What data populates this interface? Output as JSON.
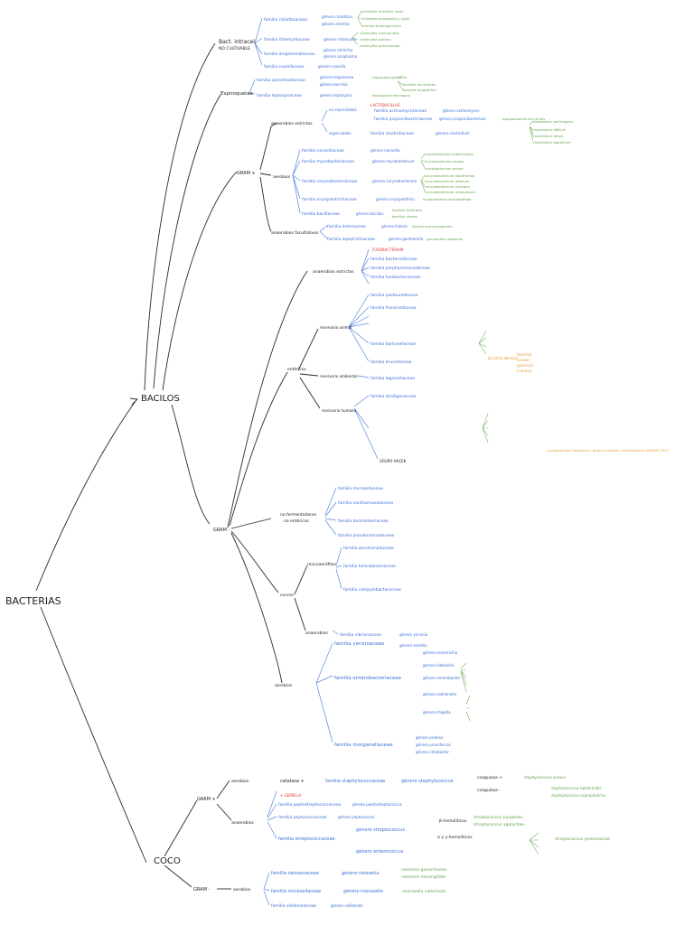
{
  "colors": {
    "black": "#1b1b1b",
    "blue": "#3b6fd6",
    "green": "#62a24a",
    "red": "#e1352f",
    "orange": "#e0a032"
  },
  "main": {
    "root": "BACTERIAS",
    "bacilos": "BACILOS",
    "coco": "COCO"
  },
  "group_top": {
    "bact": "Bact. intracel.",
    "no_cult": "NO CULTIVABLE",
    "esp": "Espiroquetas",
    "fams": [
      {
        "name": "familia rickettsiaceae",
        "genera": [
          "género rickettsia",
          "género orientia"
        ],
        "species": [
          "rickettsia rickettsii, akari",
          "rickettsia prowazekii y typhi",
          "orientia tsutsugamushi"
        ]
      },
      {
        "name": "familia chlamydiaceae",
        "genera": [
          "género chlamydia"
        ],
        "species": [
          "chlamydia trachomatis",
          "chlamydia psittaci",
          "chlamydia pneumoniae"
        ]
      },
      {
        "name": "familia anaplasmataceae",
        "genera": [
          "género ehrlichia",
          "género anaplasma"
        ],
        "species": []
      },
      {
        "name": "familia coxiellaceae",
        "genera": [
          "género coxiella"
        ],
        "species": []
      },
      {
        "name": "familia spirochaetaceae",
        "genera": [
          "género treponema",
          "género borrelia"
        ],
        "species": [
          "treponema pallidum",
          "borrelia recurrentis",
          "borrelia burgdorferi"
        ]
      },
      {
        "name": "familia leptospiraceae",
        "genera": [
          "género leptospira"
        ],
        "species": [
          "leptospira interrogans"
        ]
      }
    ]
  },
  "gram_pos": {
    "gram": "GRAM +",
    "anaerobios": "anaerobios estrictos",
    "aerobios": "aerobios",
    "anaer_fac": "anaerobios facultativos",
    "esporulados": "no esporulados",
    "esporulados2": "esporulados",
    "red": "LACTOBACILLUS",
    "fams": [
      {
        "name": "familia actinomycetaceae",
        "genera": [
          "género actinomyces"
        ],
        "species": []
      },
      {
        "name": "familia propionibacteriaceae",
        "genera": [
          "género propionibacterium"
        ],
        "species": [
          "propionibacterium acnes"
        ]
      },
      {
        "name": "familia clostridiaceae",
        "genera": [
          "género clostridium"
        ],
        "species": [
          "clostridium perfringens",
          "clostridium difficile",
          "clostridium tetani",
          "clostridium botulinum"
        ]
      },
      {
        "name": "familia nocardiaceae",
        "genera": [
          "género nocardia"
        ],
        "species": []
      },
      {
        "name": "familia mycobacteriaceae",
        "genera": [
          "género mycobacterium"
        ],
        "species": [
          "mycobacterium tuberculosis",
          "mycobacterium leprae",
          "mycobacterium avium"
        ]
      },
      {
        "name": "familia corynebacteriaceae",
        "genera": [
          "género corynebacterium"
        ],
        "species": [
          "corynebacterium diphtheriae",
          "corynebacterium jeikeium",
          "corynebacterium ulcerans",
          "corynebacterium urealyticum"
        ]
      },
      {
        "name": "familia erysipelotrichaceae",
        "genera": [
          "género erysipelothrix"
        ],
        "species": [
          "erysipelothrix rhusiopathiae"
        ]
      },
      {
        "name": "familia bacillaceae",
        "genera": [
          "género bacillus"
        ],
        "species": [
          "bacillus anthracis",
          "bacillus cereus"
        ]
      },
      {
        "name": "familia listeriaceae",
        "genera": [
          "género listeria"
        ],
        "species": [
          "listeria monocytogenes"
        ]
      },
      {
        "name": "familia leptotrichiaceae",
        "genera": [
          "género gardnerella"
        ],
        "species": [
          "gardnerella vaginalis"
        ]
      }
    ]
  },
  "gram_neg": {
    "gram": "GRAM -",
    "anaerobios": "anaerobios estrictos",
    "red": "FUSOBACTERIUM",
    "enteric": "entéricos",
    "zoon_animal": "reservorio animal",
    "zoon_ambiental": "reservorio ambiental",
    "zoon_humano": "reservorio humano",
    "no_ferm": "no fermentadores",
    "no_ferm2": "no entéricos",
    "curvos": "curvos",
    "microaer": "microaerófilos",
    "anaerobios2": "anaerobios",
    "aerobios": "aerobios",
    "grupo_hacek": "GRUPO HACEK",
    "fams": [
      "familia bacteroidaceae",
      "familia porphyromonadaceae",
      "familia fusobacteriaceae",
      "familia pasteurellaceae",
      "familia francisellaceae",
      "familia bartonellaceae",
      "familia brucellaceae",
      "familia legionellaceae",
      "familia alcaligenaceae",
      "familia moraxellaceae",
      "familia xanthomonadaceae",
      "familia burkholderiaceae",
      "familia pseudomonadaceae",
      "familia aeromonadaceae",
      "familia helicobacteraceae",
      "familia campylobacteraceae",
      "familia vibrionaceae"
    ],
    "orange": [
      "brucella abortus",
      "(bovina)",
      "(ovina)",
      "(porcina)",
      "(canina)"
    ],
    "orange_note": "acinetobacter baumannii, ahora conocido como bacteria ESKAPE 2017"
  },
  "entero": {
    "fam1": "familia yersiniaceae",
    "fam2": "familia enterobacteriaceae",
    "fam3": "familia morganellaceae",
    "genera": [
      "género yersinia",
      "género serratia",
      "género escherichia",
      "género klebsiella",
      "género enterobacter",
      "género salmonella",
      "género shigella",
      "género proteus",
      "género providencia",
      "género citrobacter"
    ]
  },
  "cocci": {
    "gram_pos": "GRAM +",
    "gram_neg": "GRAM -",
    "aerobios": "aerobios",
    "anaerobios": "anaerobios",
    "catalasa": "catalasa +",
    "red": "+ GEMELLA",
    "fam_staph": "familia staphylococcaceae",
    "gen_staph": "género staphylococcus",
    "coag_pos": "coagulasa +",
    "coag_neg": "coagulasa -",
    "s_aureus": "staphylococcus aureus",
    "s_epi": "staphylococcus epidermidis",
    "s_sapro": "staphylococcus saprophyticus",
    "fam_pepto": "familia peptostreptococcaceae",
    "gen_pepto": "género peptostreptococcus",
    "fam_pepto2": "familia peptococcaceae",
    "gen_pepto2": "género peptococcus",
    "fam_strep": "familia streptococcaceae",
    "gen_strep": "género streptococcus",
    "gen_entero": "género enterococcus",
    "b_hemol": "β-hemolíticos",
    "a_hemol": "α y γ-hemolíticos",
    "s_pyogenes": "streptococcus pyogenes",
    "s_agalactiae": "streptococcus agalactiae",
    "s_pneumoniae": "streptococcus pneumoniae",
    "fam_neiss": "familia neisseriaceae",
    "gen_neiss": "género neisseria",
    "n_gon": "neisseria gonorrhoeae",
    "n_men": "neisseria meningitidis",
    "fam_morax": "familia moraxellaceae",
    "gen_morax": "género moraxella",
    "m_cat": "moraxella catarrhalis",
    "fam_veil": "familia veillonellaceae",
    "gen_veil": "género veillonella"
  }
}
